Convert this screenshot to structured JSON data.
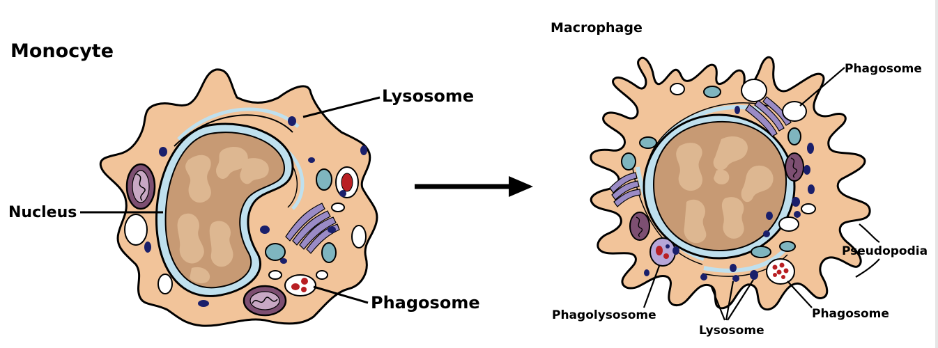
{
  "monocyte": {
    "title": "Monocyte",
    "labels": {
      "lysosome": "Lysosome",
      "nucleus": "Nucleus",
      "phagosome": "Phagosome"
    }
  },
  "macrophage": {
    "title": "Macrophage",
    "labels": {
      "phagosome_top": "Phagosome",
      "pseudopodia": "Pseudopodia",
      "phagosome_bottom": "Phagosome",
      "phagolysosome": "Phagolysosome",
      "lysosome": "Lysosome"
    }
  },
  "colors": {
    "cytoplasm": "#f2c49a",
    "nucleus": "#c79a74",
    "nucleus_pattern": "#ddb791",
    "envelope": "#bfe0ee",
    "lysosome": "#1a1f6b",
    "mitochondria": "#7d4f72",
    "golgi": "#9a8bc6",
    "vesicle": "#7fb5bf",
    "phagosome_content": "#b81f23"
  }
}
